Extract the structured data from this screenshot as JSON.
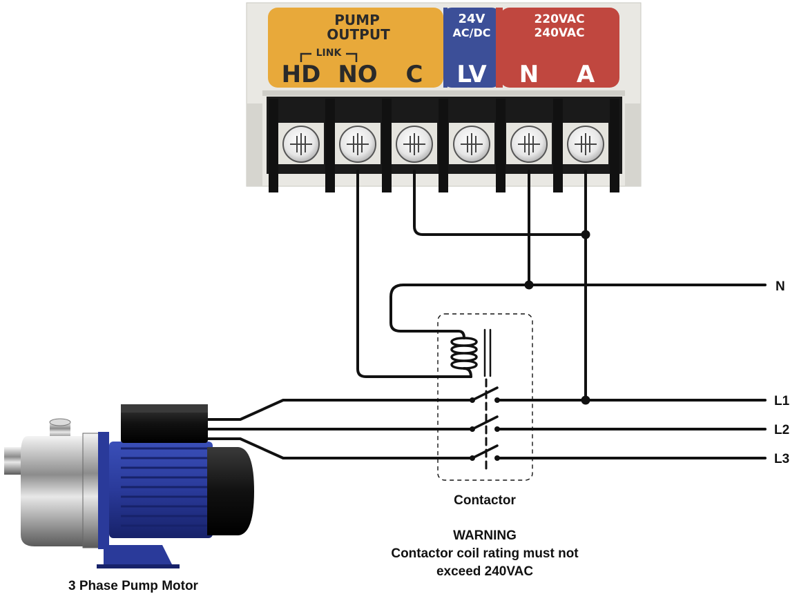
{
  "terminal_block": {
    "pump_output_line1": "PUMP",
    "pump_output_line2": "OUTPUT",
    "link_label": "LINK",
    "voltage_lv_line1": "24V",
    "voltage_lv_line2": "AC/DC",
    "voltage_mains_line1": "220VAC",
    "voltage_mains_line2": "240VAC",
    "terminals": [
      "HD",
      "NO",
      "C",
      "LV",
      "N",
      "A"
    ]
  },
  "lines": {
    "n": "N",
    "l1": "L1",
    "l2": "L2",
    "l3": "L3"
  },
  "contactor_label": "Contactor",
  "warning": {
    "title": "WARNING",
    "line1": "Contactor coil rating must not",
    "line2": "exceed 240VAC"
  },
  "motor_label": "3 Phase Pump Motor",
  "colors": {
    "pump_output": "#e8a93a",
    "low_voltage": "#3c4f98",
    "mains": "#c0473f",
    "wire": "#111111"
  }
}
